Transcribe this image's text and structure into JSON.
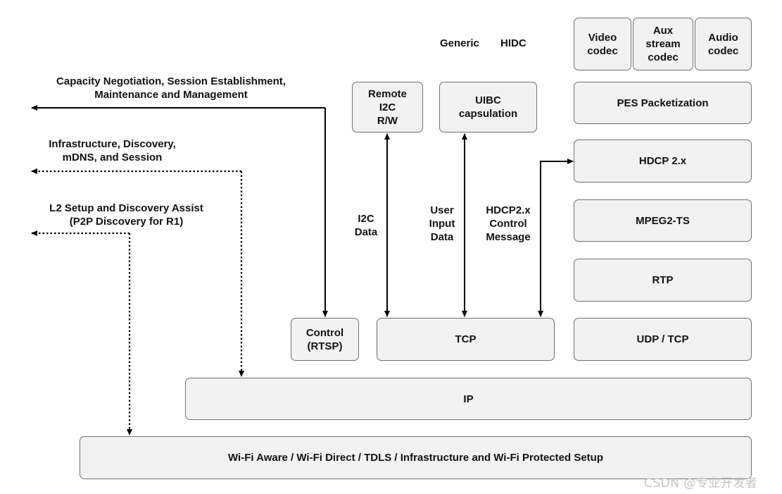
{
  "labels": {
    "generic": "Generic",
    "hidc": "HIDC",
    "capacity": "Capacity Negotiation, Session Establishment,\nMaintenance and Management",
    "infrastructure": "Infrastructure, Discovery,\nmDNS, and Session",
    "l2setup": "L2 Setup and Discovery Assist\n(P2P Discovery for R1)",
    "i2c_data": "I2C\nData",
    "user_input": "User\nInput\nData",
    "hdcp_msg": "HDCP2.x\nControl\nMessage"
  },
  "boxes": {
    "video_codec": "Video\ncodec",
    "aux_codec": "Aux\nstream\ncodec",
    "audio_codec": "Audio\ncodec",
    "pes": "PES Packetization",
    "remote_i2c": "Remote\nI2C\nR/W",
    "uibc": "UIBC\ncapsulation",
    "hdcp": "HDCP 2.x",
    "mpeg2ts": "MPEG2-TS",
    "rtp": "RTP",
    "control": "Control\n(RTSP)",
    "tcp": "TCP",
    "udp_tcp": "UDP / TCP",
    "ip": "IP",
    "wifi": "Wi-Fi Aware / Wi-Fi Direct / TDLS / Infrastructure and Wi-Fi Protected Setup"
  },
  "watermark": "CSDN @专业开发者"
}
